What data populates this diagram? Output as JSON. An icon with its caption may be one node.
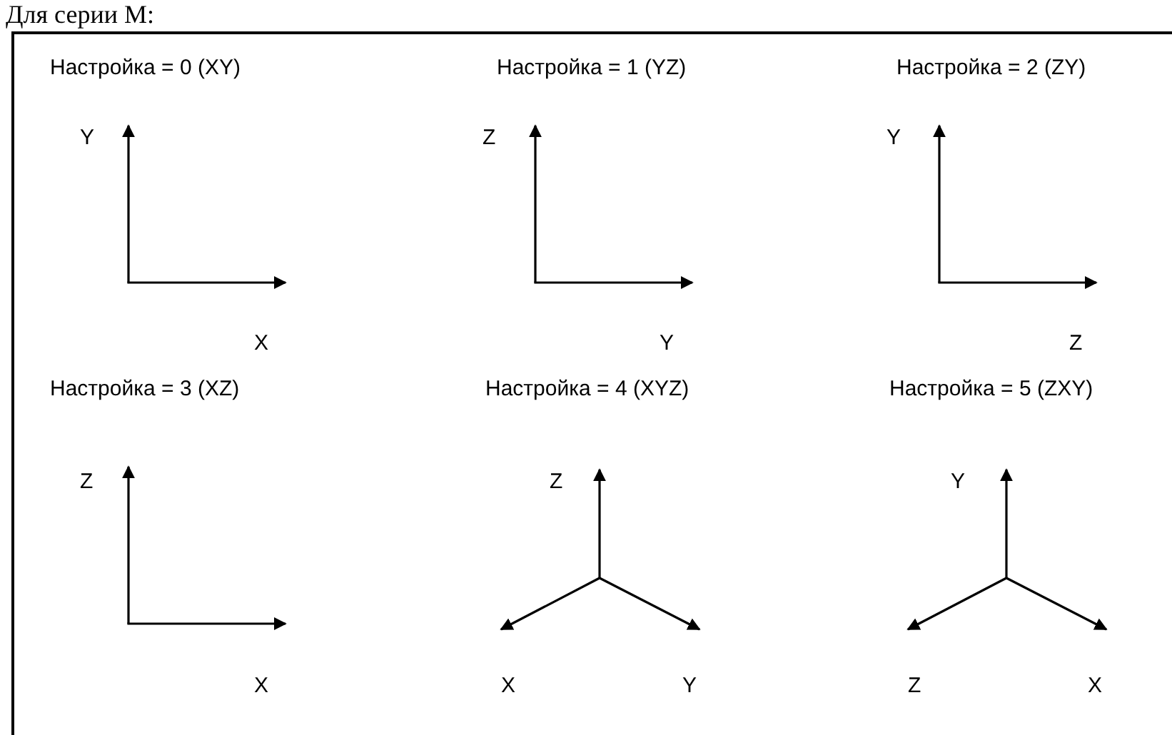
{
  "diagram": {
    "title": "Для серии M:",
    "labels": [
      "Настройка = 0 (XY)",
      "Настройка = 1 (YZ)",
      "Настройка = 2 (ZY)",
      "Y",
      "Z",
      "Y",
      "X",
      "Y",
      "Z",
      "Настройка = 3 (XZ)",
      "Настройка = 4 (XYZ)",
      "Настройка = 5 (ZXY)",
      "Z",
      "Z",
      "Y",
      "X",
      "X",
      "Y",
      "Z",
      "X"
    ]
  }
}
